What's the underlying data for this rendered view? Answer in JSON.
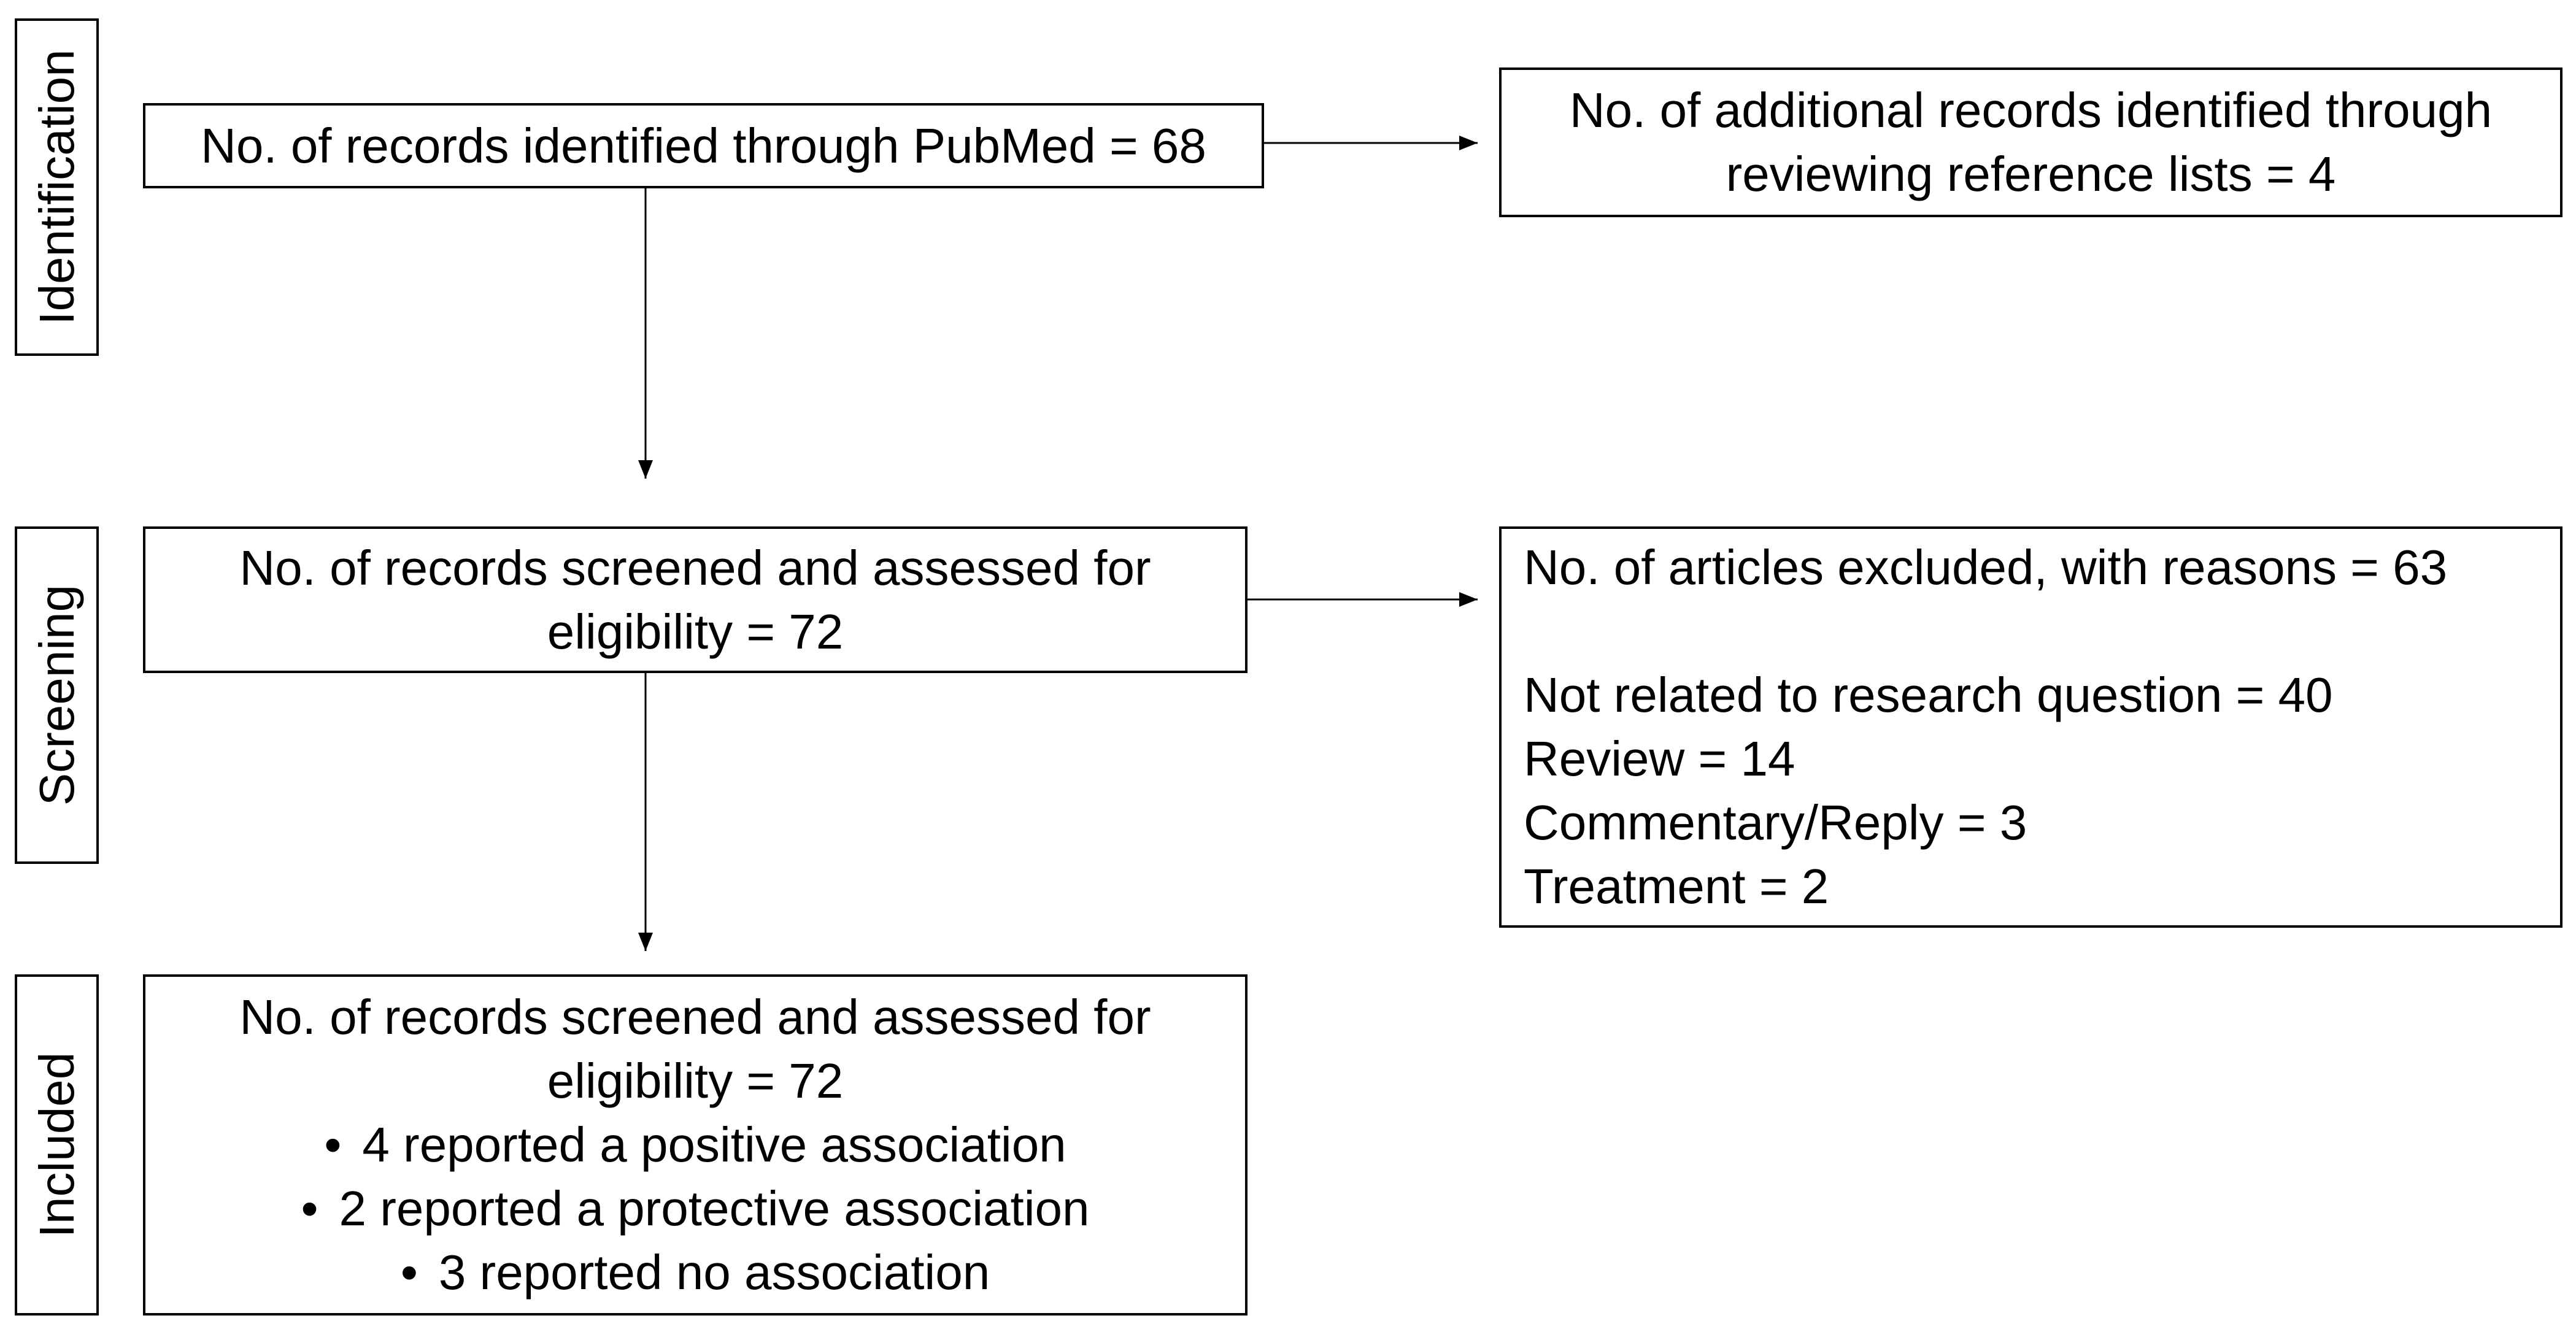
{
  "stages": {
    "identification": "Identification",
    "screening": "Screening",
    "included": "Included"
  },
  "boxes": {
    "pubmed": "No. of records identified through PubMed = 68",
    "additional": {
      "line1": "No. of additional records identified through",
      "line2": "reviewing reference lists = 4"
    },
    "screened": {
      "line1": "No. of records screened and assessed for",
      "line2": "eligibility = 72"
    },
    "excluded": {
      "header": "No. of articles excluded, with reasons = 63",
      "reasons": [
        "Not related to research question = 40",
        "Review = 14",
        "Commentary/Reply = 3",
        "Treatment = 2"
      ]
    },
    "included": {
      "line1": "No. of records screened and assessed for",
      "line2": "eligibility = 72",
      "bullets": [
        "4 reported a positive association",
        "2 reported a protective association",
        "3 reported no association"
      ]
    }
  },
  "bullet_symbol": "•"
}
